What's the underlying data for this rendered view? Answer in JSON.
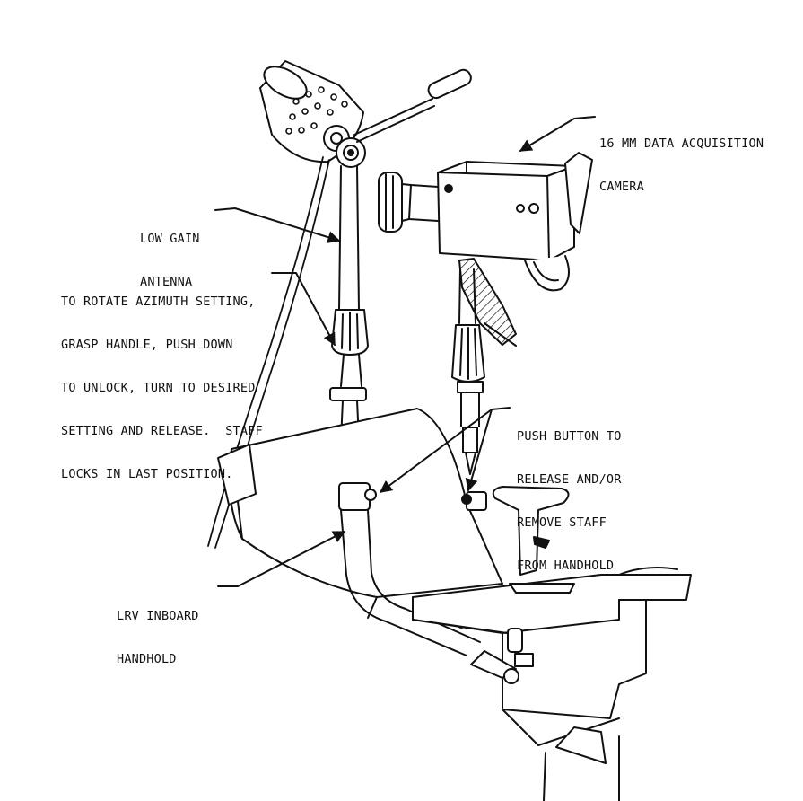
{
  "colors": {
    "ink": "#111111",
    "background": "#ffffff"
  },
  "labels": {
    "camera": {
      "lines": [
        "16 MM DATA ACQUISITION",
        "CAMERA"
      ]
    },
    "antenna": {
      "lines": [
        "LOW GAIN",
        "ANTENNA"
      ]
    },
    "azimuth": {
      "lines": [
        "TO ROTATE AZIMUTH SETTING,",
        "GRASP HANDLE, PUSH DOWN",
        "TO UNLOCK, TURN TO DESIRED",
        "SETTING AND RELEASE.  STAFF",
        "LOCKS IN LAST POSITION."
      ]
    },
    "push_button": {
      "lines": [
        "PUSH BUTTON TO",
        "RELEASE AND/OR",
        "REMOVE STAFF",
        "FROM HANDHOLD"
      ]
    },
    "handhold": {
      "lines": [
        "LRV INBOARD",
        "HANDHOLD"
      ]
    }
  }
}
